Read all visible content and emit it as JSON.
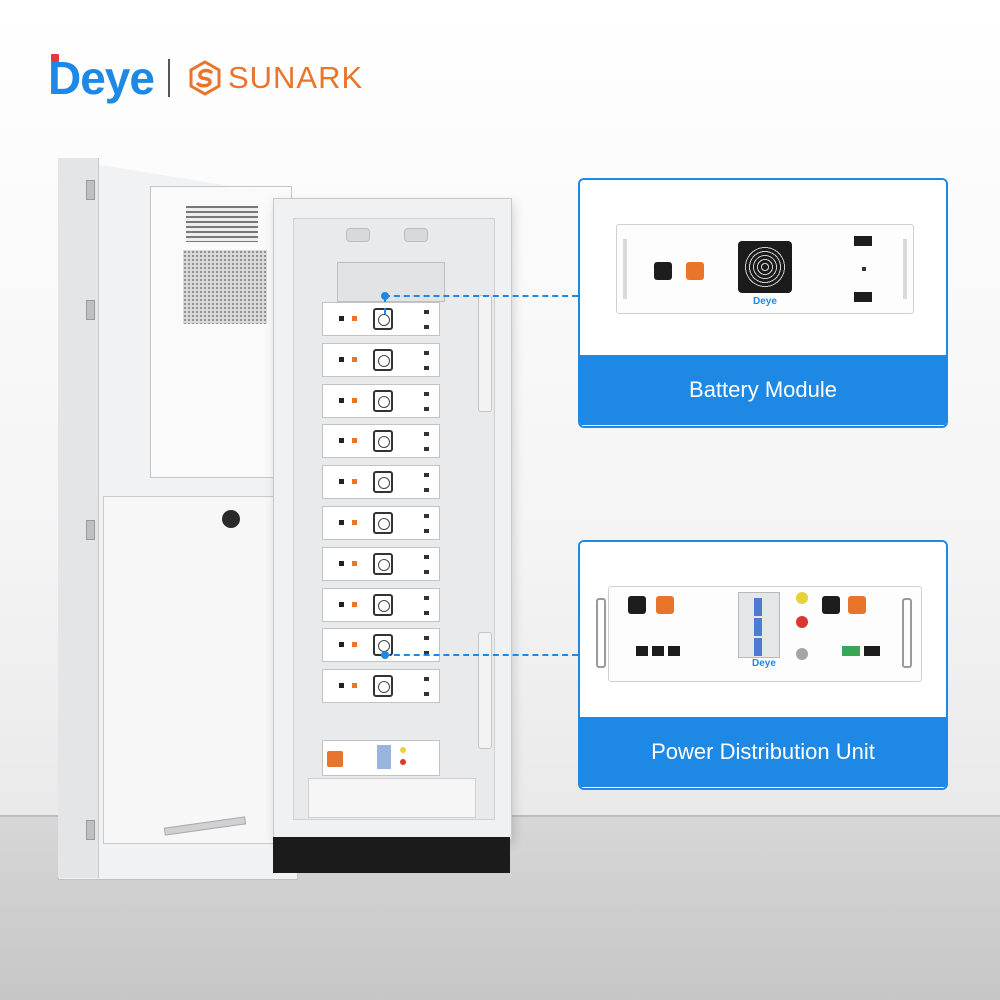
{
  "logos": {
    "deye": "Deye",
    "sunark": "SUNARK"
  },
  "callouts": [
    {
      "label": "Battery Module"
    },
    {
      "label": "Power Distribution Unit"
    }
  ],
  "cabinet": {
    "battery_module_count": 10
  },
  "colors": {
    "accent_blue": "#1e88e5",
    "sunark_orange": "#e8752a",
    "deye_red": "#e53935"
  }
}
